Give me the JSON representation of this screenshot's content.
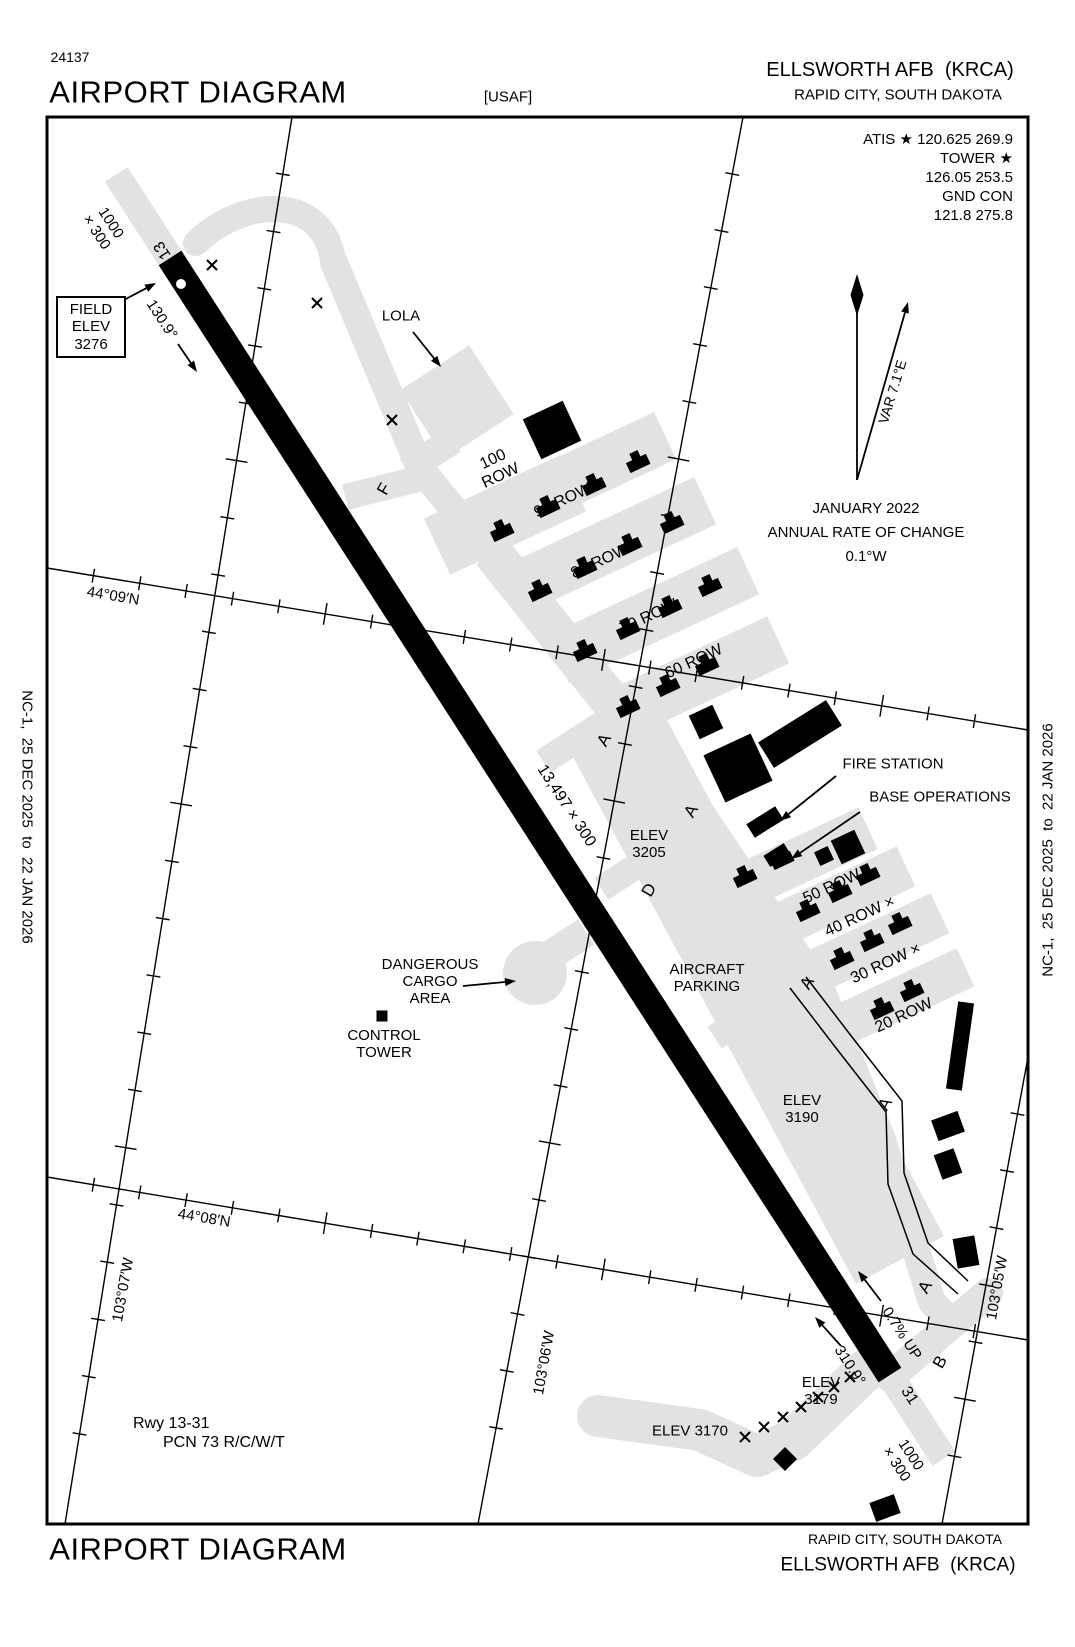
{
  "header": {
    "chart_code": "24137",
    "title": "AIRPORT DIAGRAM",
    "org": "[USAF]",
    "airport": "ELLSWORTH AFB  (KRCA)",
    "city": "RAPID CITY, SOUTH DAKOTA"
  },
  "comms": {
    "lines": [
      "ATIS ★ 120.625  269.9",
      "TOWER ★",
      "126.05  253.5",
      "GND CON",
      "121.8  275.8"
    ]
  },
  "edge_note": "NC-1,  25 DEC 2025  to  22 JAN 2026",
  "field_elev": {
    "lines": [
      "FIELD",
      "ELEV",
      "3276"
    ]
  },
  "runway": {
    "id_13": "13",
    "id_31": "31",
    "dimensions": "13,497 × 300",
    "heading_13": "130.9°",
    "heading_31": "310.9°",
    "gradient": "0.7% UP",
    "overrun": "1000\n× 300",
    "info": [
      "Rwy 13-31",
      "PCN 73 R/C/W/T"
    ]
  },
  "rows": [
    "100\nROW",
    "90 ROW",
    "80 ROW",
    "70 ROW",
    "60 ROW",
    "50 ROW",
    "40 ROW ×",
    "30 ROW ×",
    "20 ROW"
  ],
  "taxiways": [
    "F",
    "A",
    "A",
    "A",
    "A",
    "A",
    "B",
    "D"
  ],
  "elevations": [
    "ELEV\n3205",
    "ELEV\n3190",
    "ELEV\n3179",
    "ELEV 3170"
  ],
  "labels": {
    "lola": "LOLA",
    "fire_station": "FIRE STATION",
    "base_operations": "BASE OPERATIONS",
    "aircraft_parking": "AIRCRAFT\nPARKING",
    "dangerous_cargo": "DANGEROUS\nCARGO\nAREA",
    "control_tower": "CONTROL\nTOWER"
  },
  "magvar": {
    "var": "VAR 7.1°E",
    "block": "JANUARY 2022\nANNUAL RATE OF CHANGE\n0.1°W"
  },
  "graticule": {
    "lat": [
      "44°09′N",
      "44°08′N"
    ],
    "lon": [
      "103°07′W",
      "103°06′W",
      "103°05′W"
    ]
  },
  "footer": {
    "title": "AIRPORT DIAGRAM",
    "city": "RAPID CITY, SOUTH DAKOTA",
    "airport": "ELLSWORTH AFB  (KRCA)"
  }
}
